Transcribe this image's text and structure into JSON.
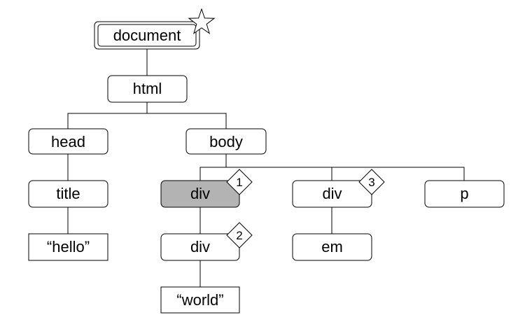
{
  "diagram": {
    "nodes": {
      "document": "document",
      "html": "html",
      "head": "head",
      "title": "title",
      "hello_text": "“hello”",
      "body": "body",
      "div1": "div",
      "div2": "div",
      "world_text": "“world”",
      "div3": "div",
      "em": "em",
      "p": "p"
    },
    "badges": {
      "div1": "1",
      "div2": "2",
      "div3": "3"
    },
    "colors": {
      "highlight_fill": "#b3b3b3",
      "node_fill": "#ffffff",
      "stroke": "#000000"
    }
  }
}
